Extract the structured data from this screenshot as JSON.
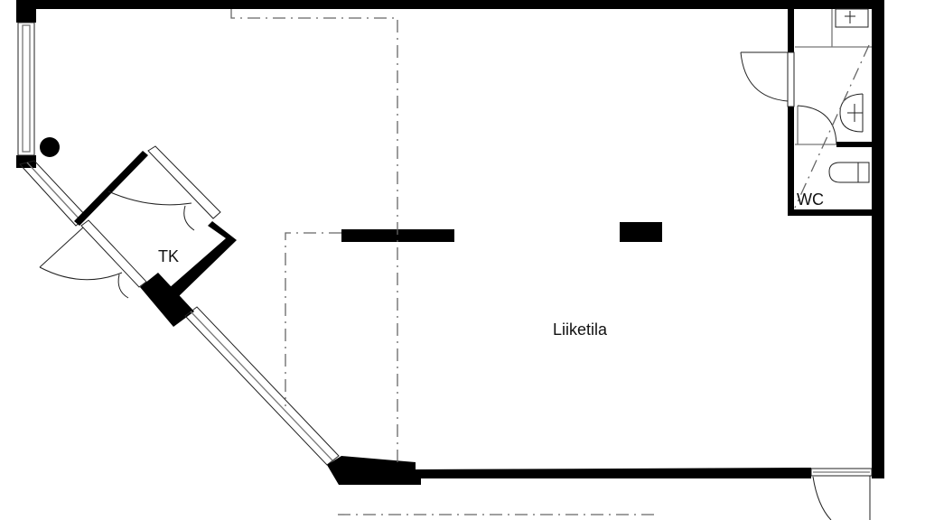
{
  "floorplan": {
    "rooms": [
      {
        "id": "liiketila",
        "label": "Liiketila"
      },
      {
        "id": "tk",
        "label": "TK"
      },
      {
        "id": "wc",
        "label": "WC"
      }
    ],
    "colors": {
      "wall": "#000000",
      "background": "#ffffff",
      "line": "#222222",
      "aux_line": "#777777"
    }
  }
}
